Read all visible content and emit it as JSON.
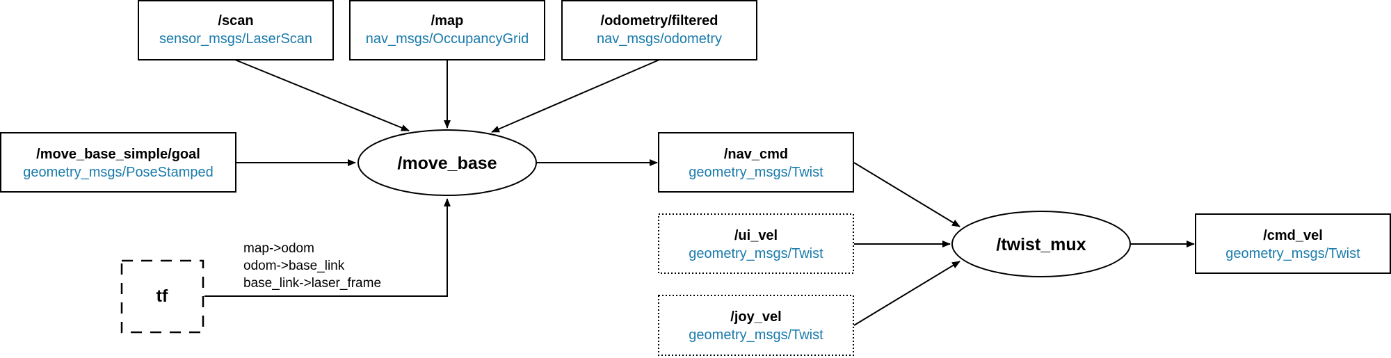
{
  "colors": {
    "type_text": "#1a7bab",
    "stroke": "#000000"
  },
  "topics": {
    "scan": {
      "name": "/scan",
      "type": "sensor_msgs/LaserScan"
    },
    "map": {
      "name": "/map",
      "type": "nav_msgs/OccupancyGrid"
    },
    "odometry": {
      "name": "/odometry/filtered",
      "type": "nav_msgs/odometry"
    },
    "goal": {
      "name": "/move_base_simple/goal",
      "type": "geometry_msgs/PoseStamped"
    },
    "nav_cmd": {
      "name": "/nav_cmd",
      "type": "geometry_msgs/Twist"
    },
    "ui_vel": {
      "name": "/ui_vel",
      "type": "geometry_msgs/Twist"
    },
    "joy_vel": {
      "name": "/joy_vel",
      "type": "geometry_msgs/Twist"
    },
    "cmd_vel": {
      "name": "/cmd_vel",
      "type": "geometry_msgs/Twist"
    }
  },
  "nodes": {
    "move_base": "/move_base",
    "twist_mux": "/twist_mux",
    "tf": "tf"
  },
  "tf_transforms": [
    "map->odom",
    "odom->base_link",
    "base_link->laser_frame"
  ]
}
